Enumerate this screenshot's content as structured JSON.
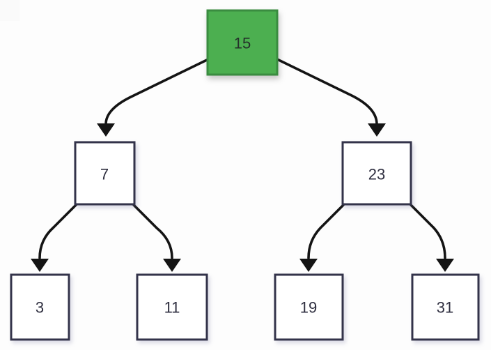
{
  "page": {
    "background": "#fdfdfd"
  },
  "colors": {
    "root_fill": "#4caf50",
    "root_stroke": "#3a8c40",
    "root_text": "#24302a",
    "node_fill": "#ffffff",
    "node_stroke": "#33334a",
    "node_text": "#2e2e3f",
    "edge": "#141414"
  },
  "tree": {
    "type": "binary-search-tree",
    "root_value": "15",
    "nodes": [
      {
        "id": "15",
        "value": "15",
        "parent": null,
        "highlighted": true
      },
      {
        "id": "7",
        "value": "7",
        "parent": "15",
        "highlighted": false
      },
      {
        "id": "23",
        "value": "23",
        "parent": "15",
        "highlighted": false
      },
      {
        "id": "3",
        "value": "3",
        "parent": "7",
        "highlighted": false
      },
      {
        "id": "11",
        "value": "11",
        "parent": "7",
        "highlighted": false
      },
      {
        "id": "19",
        "value": "19",
        "parent": "23",
        "highlighted": false
      },
      {
        "id": "31",
        "value": "31",
        "parent": "23",
        "highlighted": false
      }
    ],
    "edges": [
      {
        "from": "15",
        "to": "7"
      },
      {
        "from": "15",
        "to": "23"
      },
      {
        "from": "7",
        "to": "3"
      },
      {
        "from": "7",
        "to": "11"
      },
      {
        "from": "23",
        "to": "19"
      },
      {
        "from": "23",
        "to": "31"
      }
    ]
  }
}
